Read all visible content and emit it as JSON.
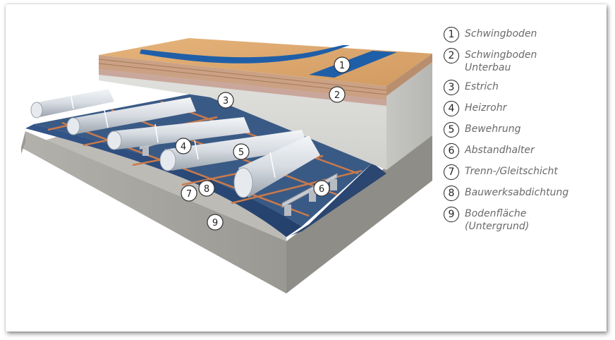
{
  "legend": [
    {
      "num": "1",
      "lines": [
        "Schwingboden"
      ]
    },
    {
      "num": "2",
      "lines": [
        "Schwingboden",
        "Unterbau"
      ]
    },
    {
      "num": "3",
      "lines": [
        "Estrich"
      ]
    },
    {
      "num": "4",
      "lines": [
        "Heizrohr"
      ]
    },
    {
      "num": "5",
      "lines": [
        "Bewehrung"
      ]
    },
    {
      "num": "6",
      "lines": [
        "Abstandhalter"
      ]
    },
    {
      "num": "7",
      "lines": [
        "Trenn-/Gleitschicht"
      ]
    },
    {
      "num": "8",
      "lines": [
        "Bauwerksabdichtung"
      ]
    },
    {
      "num": "9",
      "lines": [
        "Bodenfläche",
        "(Untergrund)"
      ]
    }
  ],
  "markers": [
    "1",
    "2",
    "3",
    "4",
    "5",
    "6",
    "7",
    "8",
    "9"
  ],
  "colors": {
    "wood": "#d9a56c",
    "court_line": "#1f5fa8",
    "screed": "#d9d9d7",
    "substrate": "#a5a39e",
    "membrane": "#2f4f7f",
    "pipe": "#dfe4ea",
    "rebar": "#c97a4a"
  }
}
